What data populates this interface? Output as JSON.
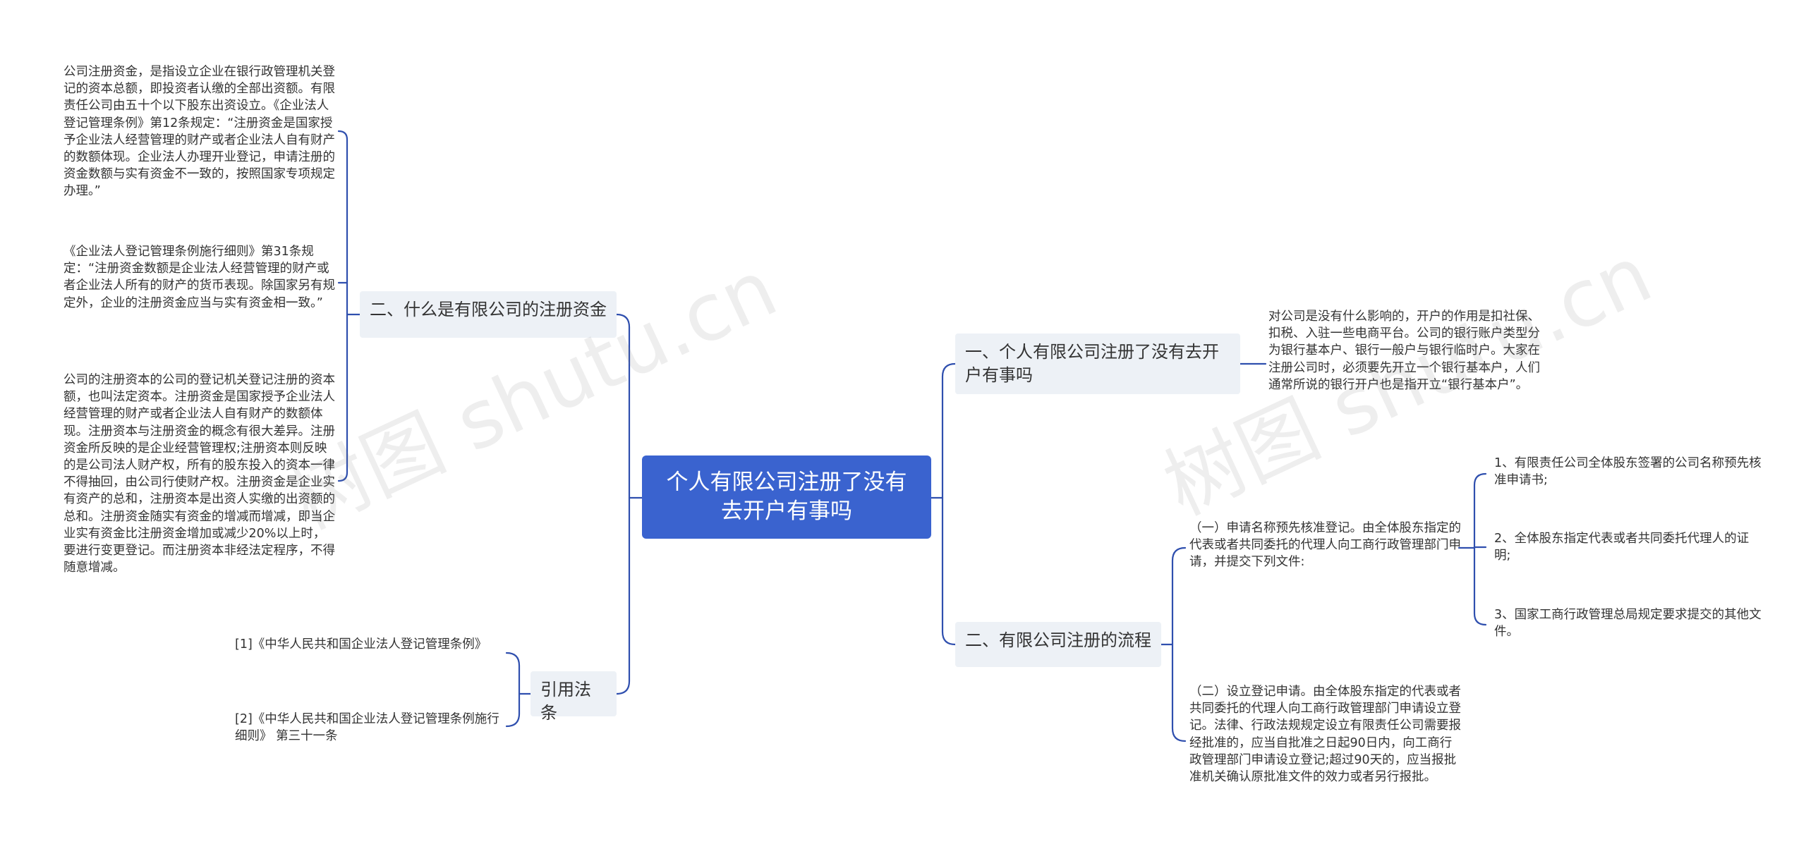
{
  "root": {
    "label": "个人有限公司注册了没有去开户有事吗"
  },
  "left": {
    "capital": {
      "label": "二、什么是有限公司的注册资金",
      "leaves": [
        "公司注册资金，是指设立企业在银行政管理机关登记的资本总额，即投资者认缴的全部出资额。有限责任公司由五十个以下股东出资设立。《企业法人登记管理条例》第12条规定：“注册资金是国家授予企业法人经营管理的财产或者企业法人自有财产的数额体现。企业法人办理开业登记，申请注册的资金数额与实有资金不一致的，按照国家专项规定办理。”",
        "《企业法人登记管理条例施行细则》第31条规定：“注册资金数额是企业法人经营管理的财产或者企业法人所有的财产的货币表现。除国家另有规定外，企业的注册资金应当与实有资金相一致。”",
        "公司的注册资本的公司的登记机关登记注册的资本额，也叫法定资本。注册资金是国家授予企业法人经营管理的财产或者企业法人自有财产的数额体现。注册资本与注册资金的概念有很大差异。注册资金所反映的是企业经营管理权;注册资本则反映的是公司法人财产权，所有的股东投入的资本一律不得抽回，由公司行使财产权。注册资金是企业实有资产的总和，注册资本是出资人实缴的出资额的总和。注册资金随实有资金的增减而增减，即当企业实有资金比注册资金增加或减少20%以上时，要进行变更登记。而注册资本非经法定程序，不得随意增减。"
      ]
    },
    "refs": {
      "label": "引用法条",
      "leaves": [
        "[1]《中华人民共和国企业法人登记管理条例》",
        "[2]《中华人民共和国企业法人登记管理条例施行细则》 第三十一条"
      ]
    }
  },
  "right": {
    "account": {
      "label": "一、个人有限公司注册了没有去开户有事吗",
      "leaf": "对公司是没有什么影响的，开户的作用是扣社保、扣税、入驻一些电商平台。公司的银行账户类型分为银行基本户、银行一般户与银行临时户。大家在注册公司时，必须要先开立一个银行基本户，人们通常所说的银行开户也是指开立“银行基本户”。"
    },
    "process": {
      "label": "二、有限公司注册的流程",
      "step1": {
        "text": "（一）申请名称预先核准登记。由全体股东指定的代表或者共同委托的代理人向工商行政管理部门申请，并提交下列文件:",
        "items": [
          "1、有限责任公司全体股东签署的公司名称预先核准申请书;",
          "2、全体股东指定代表或者共同委托代理人的证明;",
          "3、国家工商行政管理总局规定要求提交的其他文件。"
        ]
      },
      "step2": {
        "text": "（二）设立登记申请。由全体股东指定的代表或者共同委托的代理人向工商行政管理部门申请设立登记。法律、行政法规规定设立有限责任公司需要报经批准的，应当自批准之日起90日内，向工商行政管理部门申请设立登记;超过90天的，应当报批准机关确认原批准文件的效力或者另行报批。"
      }
    }
  },
  "watermarks": [
    "树图 shutu.cn",
    "树图 shutu.cn"
  ],
  "colors": {
    "root": "#3a63cf",
    "connector": "#2f4fae",
    "branch_bg": "#edf1f6"
  }
}
